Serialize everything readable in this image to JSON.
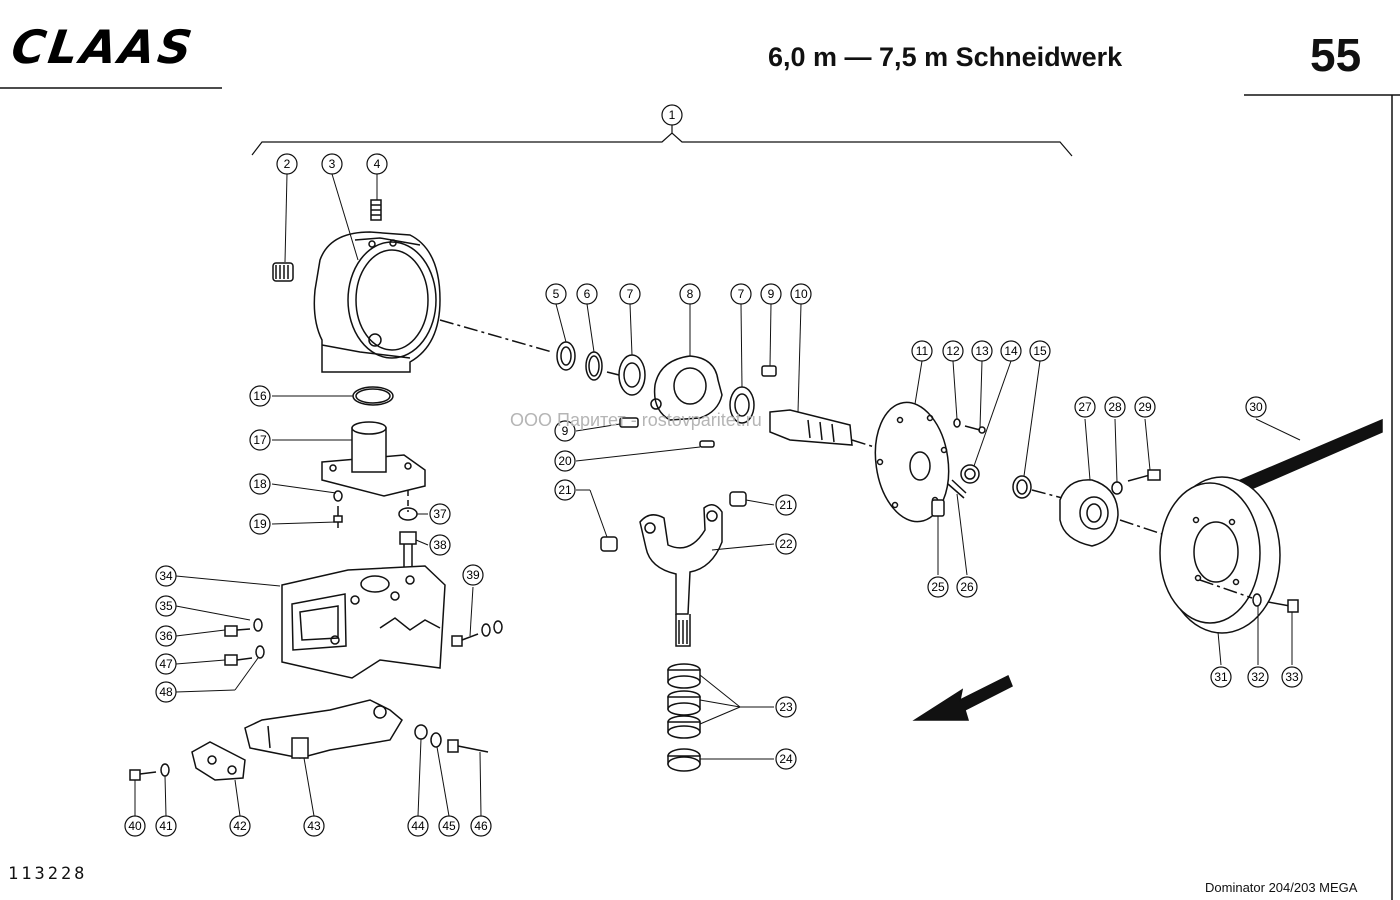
{
  "header": {
    "brand": "CLAAS",
    "title": "6,0 m — 7,5 m Schneidwerk",
    "page_number": "55"
  },
  "footer": {
    "drawing_number": "113228",
    "model": "Dominator 204/203 MEGA"
  },
  "watermark": "ООО Паритет - rostovparitet.ru",
  "callouts": [
    "1",
    "2",
    "3",
    "4",
    "5",
    "6",
    "7",
    "7",
    "8",
    "9",
    "10",
    "11",
    "12",
    "13",
    "14",
    "15",
    "16",
    "17",
    "18",
    "19",
    "9",
    "20",
    "21",
    "21",
    "22",
    "23",
    "24",
    "25",
    "26",
    "27",
    "28",
    "29",
    "30",
    "31",
    "32",
    "33",
    "34",
    "35",
    "36",
    "37",
    "38",
    "39",
    "40",
    "41",
    "42",
    "43",
    "44",
    "45",
    "46",
    "47",
    "48"
  ]
}
